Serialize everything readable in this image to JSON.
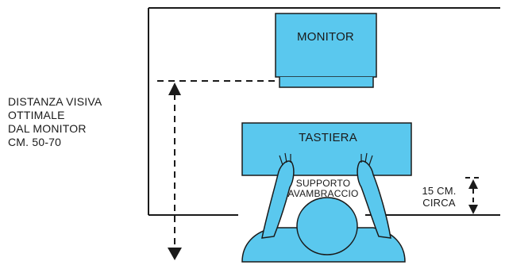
{
  "labels": {
    "monitor": "MONITOR",
    "keyboard": "TASTIERA",
    "forearm_support": [
      "SUPPORTO",
      "AVAMBRACCIO"
    ],
    "viewing_distance": [
      "DISTANZA VISIVA",
      "OTTIMALE",
      "DAL MONITOR",
      "CM. 50-70"
    ],
    "edge_distance": [
      "15 CM.",
      "CIRCA"
    ]
  },
  "colors": {
    "object_fill": "#5ac8ee",
    "outline": "#1a1a1a",
    "background": "#ffffff"
  }
}
